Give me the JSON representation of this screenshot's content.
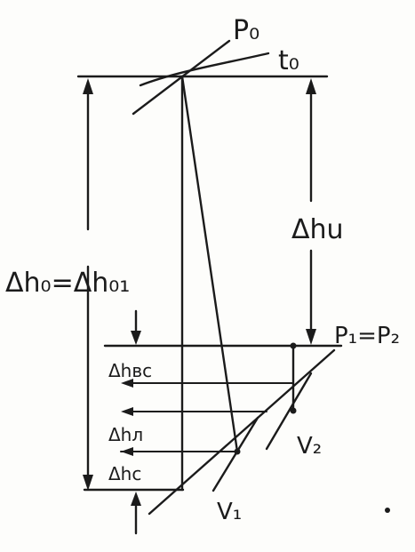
{
  "diagram": {
    "labels": {
      "p0": "P₀",
      "t0": "t₀",
      "dh_u": "Δhu",
      "dh0_eq": "Δh₀=Δh₀₁",
      "p1_eq_p2": "P₁=P₂",
      "dh_bc": "Δhвс",
      "dh_l": "Δhл",
      "dh_c": "Δhс",
      "v2": "V₂",
      "v1": "V₁"
    },
    "colors": {
      "ink": "#1b1b1b",
      "paper": "#fdfdfb"
    }
  }
}
